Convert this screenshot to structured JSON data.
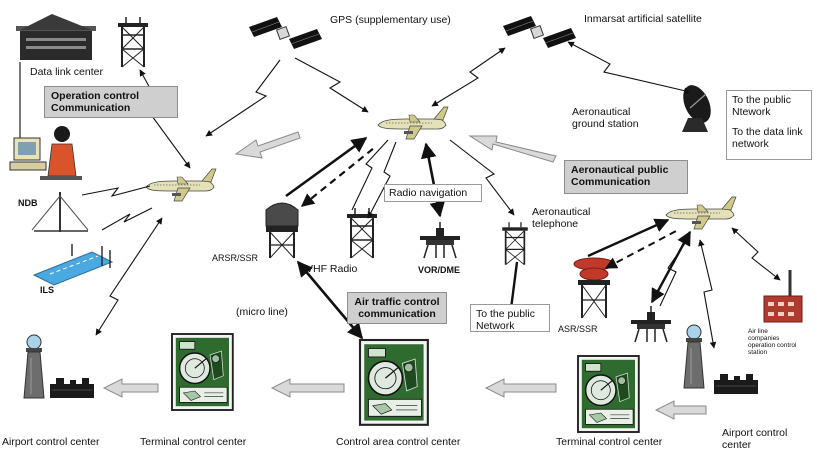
{
  "labels": {
    "gps": "GPS (supplementary use)",
    "inmarsat": "Inmarsat artificial satellite",
    "data_link_center": "Data link center",
    "aero_ground_line1": "Aeronautical",
    "aero_ground_line2": "ground station",
    "to_public_line1": "To the public",
    "to_public_line2": "Ntework",
    "to_datalink_line1": "To the data link",
    "to_datalink_line2": "network",
    "ndb": "NDB",
    "ils": "ILS",
    "radio_navigation": "Radio navigation",
    "aero_tel_line1": "Aeronautical",
    "aero_tel_line2": "telephone",
    "arsr_ssr": "ARSR/SSR",
    "vhf_radio": "VHF Radio",
    "vor_dme": "VOR/DME",
    "micro_line": "(micro line)",
    "to_public_net_line1": "To the public",
    "to_public_net_line2": "Network",
    "asr_ssr": "ASR/SSR",
    "airline_line1": "Air line",
    "airline_line2": "companies",
    "airline_line3": "operation control",
    "airline_line4": "station",
    "airport_cc_left": "Airport control center",
    "terminal_cc_left": "Terminal control center",
    "control_area_cc": "Control area control center",
    "terminal_cc_right": "Terminal control center",
    "airport_cc_right_line1": "Airport control",
    "airport_cc_right_line2": "center"
  },
  "boxes": {
    "operation_control_line1": "Operation control",
    "operation_control_line2": "Communication",
    "aero_public_line1": "Aeronautical public",
    "aero_public_line2": "Communication",
    "atc_line1": "Air traffic control",
    "atc_line2": "communication"
  },
  "icons": [
    "satellite-icon",
    "airplane-icon",
    "building-icon",
    "antenna-tower-icon",
    "radar-icon",
    "operator-icon",
    "control-tower-icon",
    "radar-console-icon",
    "factory-icon"
  ],
  "colors": {
    "box_gray": "#cfcfcf",
    "runway_blue": "#4aa9e0",
    "radar_red": "#c0392b",
    "screen_green": "#2f6a2f"
  }
}
